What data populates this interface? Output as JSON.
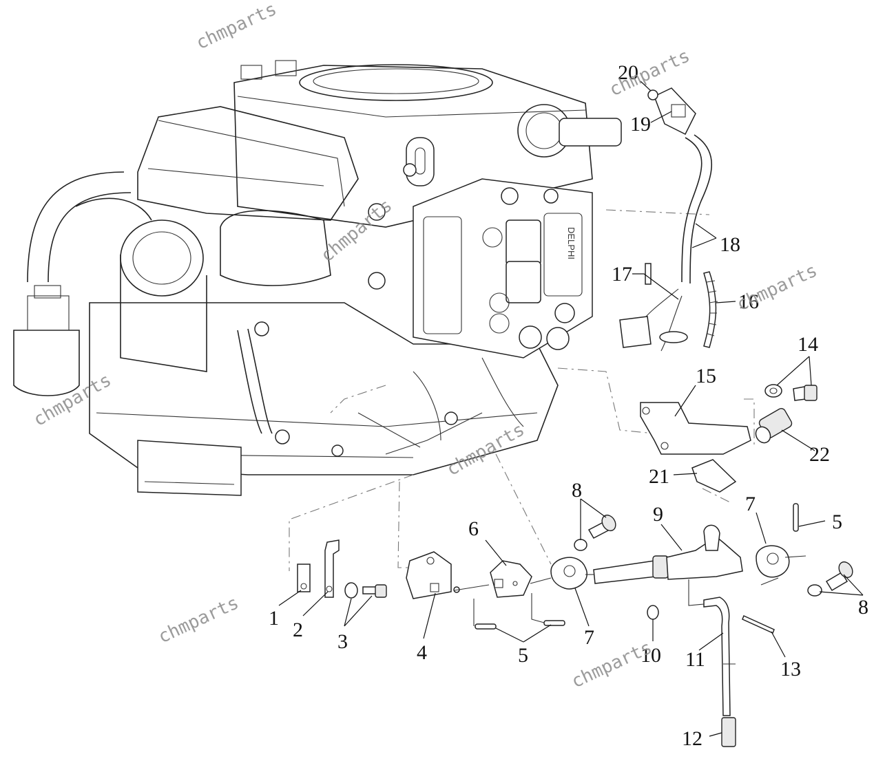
{
  "watermark_text": "chmparts",
  "callouts": {
    "n1": "1",
    "n2": "2",
    "n3": "3",
    "n4": "4",
    "n5a": "5",
    "n5b": "5",
    "n6": "6",
    "n7a": "7",
    "n7b": "7",
    "n8a": "8",
    "n8b": "8",
    "n9": "9",
    "n10": "10",
    "n11": "11",
    "n12": "12",
    "n13": "13",
    "n14": "14",
    "n15": "15",
    "n16": "16",
    "n17": "17",
    "n18": "18",
    "n19": "19",
    "n20": "20",
    "n21": "21",
    "n22": "22"
  },
  "module_label": "DELPHI"
}
